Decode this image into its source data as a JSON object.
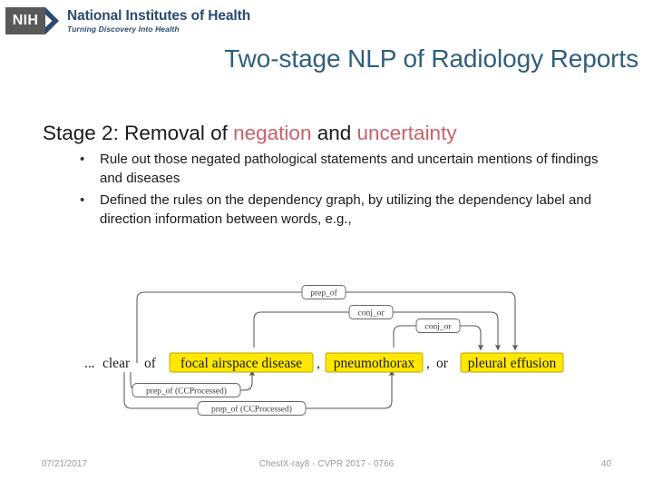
{
  "logo": {
    "mark_text": "NIH",
    "chevron_icon": "chevron-right-icon",
    "organization": "National Institutes of Health",
    "tagline": "Turning Discovery Into Health",
    "mark_color": "#58595b",
    "text_color": "#2b4a6f"
  },
  "title": {
    "text": "Two-stage NLP of Radiology Reports",
    "color": "#2e5f7e"
  },
  "heading": {
    "part1": "Stage 2: Removal of ",
    "accent1": "negation",
    "part2": " and ",
    "accent2": "uncertainty",
    "accent_color": "#c8616b"
  },
  "bullets": {
    "marker": "•",
    "items": [
      "Rule out those negated pathological statements and uncertain mentions of findings and diseases",
      "Defined the rules on the dependency graph, by utilizing the dependency label and direction information between words, e.g.,"
    ]
  },
  "diagram": {
    "caption_prefix": "... clear  of",
    "highlight_color": "#FFE800",
    "tokens": [
      {
        "text": "...",
        "highlighted": false
      },
      {
        "text": "clear",
        "highlighted": false
      },
      {
        "text": "of",
        "highlighted": false
      },
      {
        "text": "focal airspace disease",
        "highlighted": true
      },
      {
        "text": ",",
        "highlighted": false
      },
      {
        "text": "pneumothorax",
        "highlighted": true
      },
      {
        "text": ",",
        "highlighted": false
      },
      {
        "text": "or",
        "highlighted": false
      },
      {
        "text": "pleural effusion",
        "highlighted": true
      }
    ],
    "edges": [
      {
        "label": "prep_of",
        "from": "of",
        "to": "pleural effusion",
        "side": "above"
      },
      {
        "label": "conj_or",
        "from": "focal airspace disease",
        "to": "pleural effusion",
        "side": "above"
      },
      {
        "label": "conj_or",
        "from": "pneumothorax",
        "to": "pleural effusion",
        "side": "above"
      },
      {
        "label": "prep_of (CCProcessed)",
        "from": "of",
        "to": "focal airspace disease",
        "side": "below"
      },
      {
        "label": "prep_of (CCProcessed)",
        "from": "of",
        "to": "pneumothorax",
        "side": "below"
      }
    ]
  },
  "footer": {
    "date": "07/21/2017",
    "center": "ChestX-ray8 - CVPR 2017 - 0766",
    "page": "40"
  }
}
